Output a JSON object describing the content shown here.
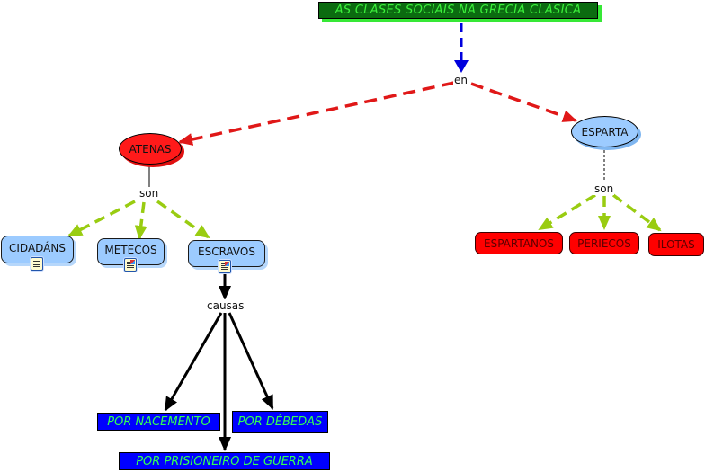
{
  "title": "AS CLASES SOCIAIS NA GRECIA CLASICA",
  "links": {
    "en": "en",
    "son_atenas": "son",
    "son_esparta": "son",
    "causas": "causas"
  },
  "cities": {
    "atenas": "ATENAS",
    "esparta": "ESPARTA"
  },
  "atenas_classes": [
    {
      "label": "CIDADÁNS",
      "icon": "text-document-icon"
    },
    {
      "label": "METECOS",
      "icon": "image-document-icon"
    },
    {
      "label": "ESCRAVOS",
      "icon": "image-document-icon"
    }
  ],
  "esparta_classes": [
    "ESPARTANOS",
    "PERIECOS",
    "ILOTAS"
  ],
  "slavery_causes": [
    "POR NACEMENTO",
    "POR DÉBEDAS",
    "POR PRISIONEIRO DE GUERRA"
  ],
  "colors": {
    "title_bg": "#0b6b10",
    "title_text": "#3cf03c",
    "link_blue": "#0000dd",
    "link_red": "#e01818",
    "link_green": "#99cc11",
    "concept_blue": "#9ccbff",
    "concept_red": "#ff0000",
    "cause_bg": "#0000ff",
    "cause_text": "#33ff55"
  }
}
